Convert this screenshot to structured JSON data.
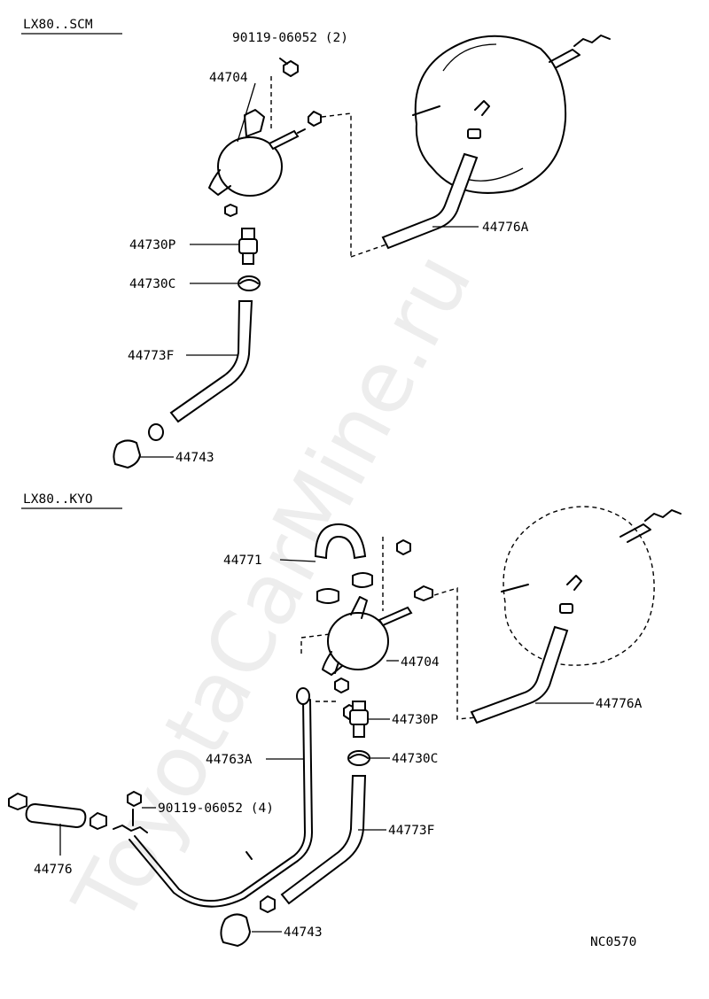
{
  "sections": [
    {
      "title": "LX80..SCM"
    },
    {
      "title": "LX80..KYO"
    }
  ],
  "top": {
    "labels": {
      "bolt": "90119-06052 (2)",
      "tank": "44704",
      "valve": "44730P",
      "clamp": "44730C",
      "hose_f": "44773F",
      "clip": "44743",
      "hose_a": "44776A"
    }
  },
  "bottom": {
    "labels": {
      "hose_71": "44771",
      "tank": "44704",
      "valve": "44730P",
      "clamp": "44730C",
      "pipe": "44763A",
      "bolt": "90119-06052 (4)",
      "hose_76": "44776",
      "hose_f": "44773F",
      "clip": "44743",
      "hose_a": "44776A"
    }
  },
  "code": "NC0570",
  "watermark": "ToyotaCarMine.ru"
}
